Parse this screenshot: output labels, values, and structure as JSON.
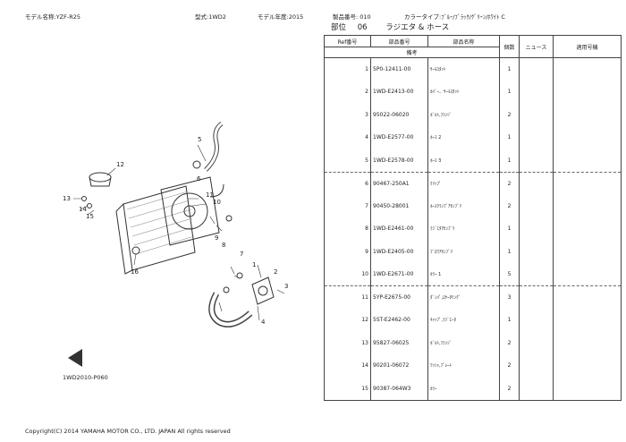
{
  "header": {
    "model_name": "モデル名称:YZF-R25",
    "model_code": "型式:1WD2",
    "model_year": "モデル年度:2015",
    "catalog_no": "製品番号: 010",
    "color_type": "カラータイプ:ﾌﾞﾙｰ/ﾌﾞﾗｯｸ/ｸﾞﾘｰﾝ/ﾎﾜｲﾄ C"
  },
  "section": {
    "label": "部位",
    "number": "06",
    "title": "ラジエタ & ホース"
  },
  "table": {
    "columns": {
      "ref": "Ref番号",
      "part_no": "部品番号",
      "name": "部品名称",
      "qty": "個数",
      "news": "ニュース",
      "model": "適用号機",
      "remarks": "備考"
    },
    "rows": [
      {
        "ref": "1",
        "part_no": "5P0-12411-00",
        "name": "ｻｰﾓｽﾀｯﾄ",
        "qty": "1"
      },
      {
        "ref": "2",
        "part_no": "1WD-E2413-00",
        "name": "ｶﾊﾞｰ、ｻｰﾓｽﾀｯﾄ",
        "qty": "1"
      },
      {
        "ref": "3",
        "part_no": "95022-06020",
        "name": "ﾎﾞﾙﾄ,ﾌﾗﾝｼﾞ",
        "qty": "2"
      },
      {
        "ref": "4",
        "part_no": "1WD-E2577-00",
        "name": "ﾎｰｽ 2",
        "qty": "1"
      },
      {
        "ref": "5",
        "part_no": "1WD-E2578-00",
        "name": "ﾎｰｽ 3",
        "qty": "1"
      },
      {
        "ref": "6",
        "part_no": "90467-250A1",
        "name": "ｸﾘｯﾌﾟ",
        "qty": "2"
      },
      {
        "ref": "7",
        "part_no": "90450-28001",
        "name": "ﾎｰｽｸﾗﾝﾌﾟｱｾﾝﾌﾞﾘ",
        "qty": "2"
      },
      {
        "ref": "8",
        "part_no": "1WD-E2461-00",
        "name": "ﾗｼﾞｴﾀｱｾﾝﾌﾞﾘ",
        "qty": "1"
      },
      {
        "ref": "9",
        "part_no": "1WD-E2405-00",
        "name": "ﾌﾞﾛﾜｱｾﾝﾌﾞﾘ",
        "qty": "1"
      },
      {
        "ref": "10",
        "part_no": "1WD-E2671-00",
        "name": "ｶﾗｰ 1",
        "qty": "5"
      },
      {
        "ref": "11",
        "part_no": "5YP-E2675-00",
        "name": "ﾀﾞﾝﾊﾟ,ﾛｹｰﾀﾘﾝｸﾞ",
        "qty": "3"
      },
      {
        "ref": "12",
        "part_no": "5ST-E2462-00",
        "name": "ｷｬｯﾌﾟ,ﾗｼﾞｴｰﾀ",
        "qty": "1"
      },
      {
        "ref": "13",
        "part_no": "95827-06025",
        "name": "ﾎﾞﾙﾄ,ﾌﾗﾝｼﾞ",
        "qty": "2"
      },
      {
        "ref": "14",
        "part_no": "90201-06072",
        "name": "ﾜｯｼｬ,ﾌﾟﾚｰﾄ",
        "qty": "2"
      },
      {
        "ref": "15",
        "part_no": "90387-064W3",
        "name": "ｶﾗｰ",
        "qty": "2"
      }
    ]
  },
  "diagram": {
    "code": "1WD2010-P060",
    "callouts": [
      "1",
      "2",
      "3",
      "4",
      "5",
      "6",
      "7",
      "8",
      "9",
      "10",
      "11",
      "12",
      "13",
      "14",
      "15",
      "16"
    ]
  },
  "footer": {
    "copyright": "Copyright(C) 2014 YAMAHA MOTOR CO., LTD. JAPAN All rights reserved"
  }
}
